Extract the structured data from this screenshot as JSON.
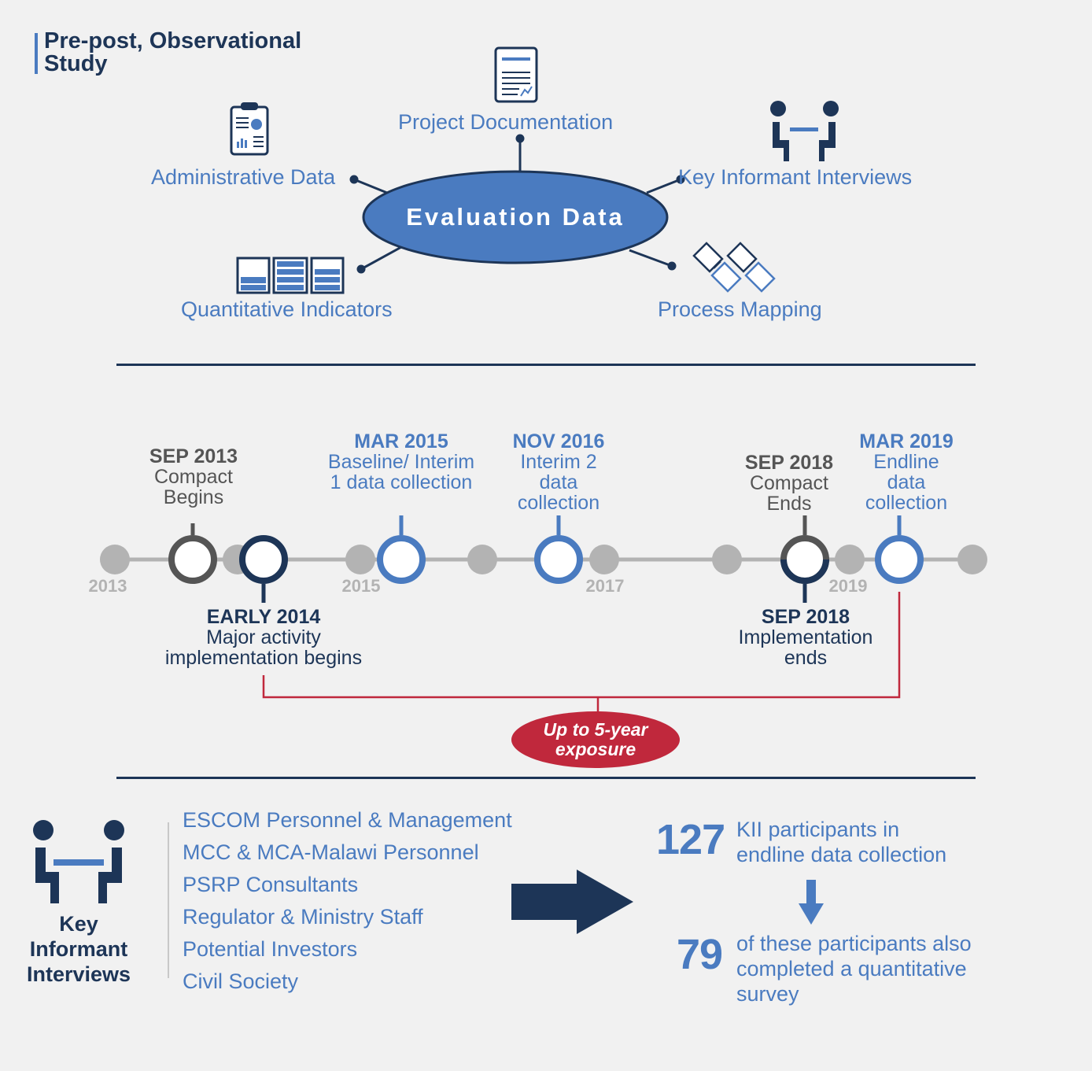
{
  "title": "Pre-post, Observational Study",
  "evaluation": {
    "center": "Evaluation Data",
    "sources": {
      "project_documentation": "Project Documentation",
      "administrative_data": "Administrative Data",
      "key_informant_interviews": "Key Informant Interviews",
      "quantitative_indicators": "Quantitative Indicators",
      "process_mapping": "Process Mapping"
    }
  },
  "timeline": {
    "years": [
      "2013",
      "2015",
      "2017",
      "2019"
    ],
    "events": [
      {
        "date": "SEP 2013",
        "desc": "Compact Begins"
      },
      {
        "date": "EARLY 2014",
        "desc": "Major activity implementation begins"
      },
      {
        "date": "MAR 2015",
        "desc": "Baseline/ Interim 1 data collection"
      },
      {
        "date": "NOV 2016",
        "desc": "Interim 2 data collection"
      },
      {
        "date": "SEP 2018",
        "desc": "Compact Ends"
      },
      {
        "date": "SEP 2018",
        "desc": "Implementation ends"
      },
      {
        "date": "MAR 2019",
        "desc": "Endline data collection"
      }
    ],
    "exposure": "Up to 5-year exposure"
  },
  "kii": {
    "title": "Key Informant Interviews",
    "groups": [
      "ESCOM Personnel & Management",
      "MCC & MCA-Malawi Personnel",
      "PSRP Consultants",
      "Regulator & Ministry Staff",
      "Potential Investors",
      "Civil Society"
    ],
    "stat1": {
      "number": "127",
      "text": "KII participants in endline data collection"
    },
    "stat2": {
      "number": "79",
      "text": "of these participants also completed a quantitative survey"
    }
  },
  "colors": {
    "navy": "#1d3557",
    "blue": "#4a7bc0",
    "gray": "#555555",
    "red": "#c0283c",
    "light_gray": "#b3b3b3"
  }
}
